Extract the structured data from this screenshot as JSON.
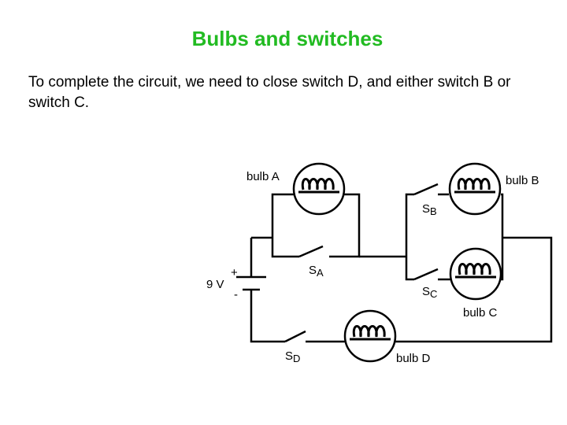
{
  "title": "Bulbs and switches",
  "text": "To complete the circuit, we need to close switch D, and either switch B or switch C.",
  "diagram": {
    "bulb_a": "bulb A",
    "bulb_b": "bulb B",
    "bulb_c": "bulb C",
    "bulb_d": "bulb D",
    "switch_a": {
      "s": "S",
      "sub": "A"
    },
    "switch_b": {
      "s": "S",
      "sub": "B"
    },
    "switch_c": {
      "s": "S",
      "sub": "C"
    },
    "switch_d": {
      "s": "S",
      "sub": "D"
    },
    "battery_voltage": "9 V",
    "battery_plus": "+",
    "battery_minus": "-"
  }
}
